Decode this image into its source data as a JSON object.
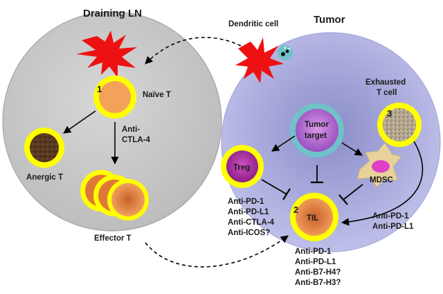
{
  "regions": {
    "lymph_node_title": "Draining LN",
    "tumor_title": "Tumor"
  },
  "cells": {
    "dendritic": "Dendritic cell",
    "naive_t": "Naïve T",
    "anergic_t": "Anergic T",
    "effector_t": "Effector T",
    "exhausted_line1": "Exhausted",
    "exhausted_line2": "T cell",
    "tumor_target_line1": "Tumor",
    "tumor_target_line2": "target",
    "treg": "Treg",
    "mdsc": "MDSC",
    "til": "TIL"
  },
  "numbers": {
    "one": "1",
    "two": "2",
    "three": "3"
  },
  "therapies": {
    "ctla4_line1": "Anti-",
    "ctla4_line2": "CTLA-4",
    "treg_blockade": [
      "Anti-PD-1",
      "Anti-PD-L1",
      "Anti-CTLA-4",
      "Anti-ICOS?"
    ],
    "til_blockade": [
      "Anti-PD-1",
      "Anti-PD-L1",
      "Anti-B7-H4?",
      "Anti-B7-H3?"
    ],
    "exhausted_blockade": [
      "Anti-PD-1",
      "Anti-PD-L1"
    ]
  },
  "colors": {
    "lymph_node_fill": "#c8c8c8",
    "tumor_fill": "#aeb0e0",
    "cell_ring": "#ffff00",
    "naive_core": "#f4a15a",
    "effector_core": "#d2691e",
    "treg_core": "#b02aa0",
    "tumor_target_ring": "#6fc3c8",
    "tumor_target_core": "#b06ad0",
    "mdsc_body": "#e8d29a",
    "mdsc_nucleus": "#e040c8",
    "dendritic_red": "#ee1111"
  }
}
